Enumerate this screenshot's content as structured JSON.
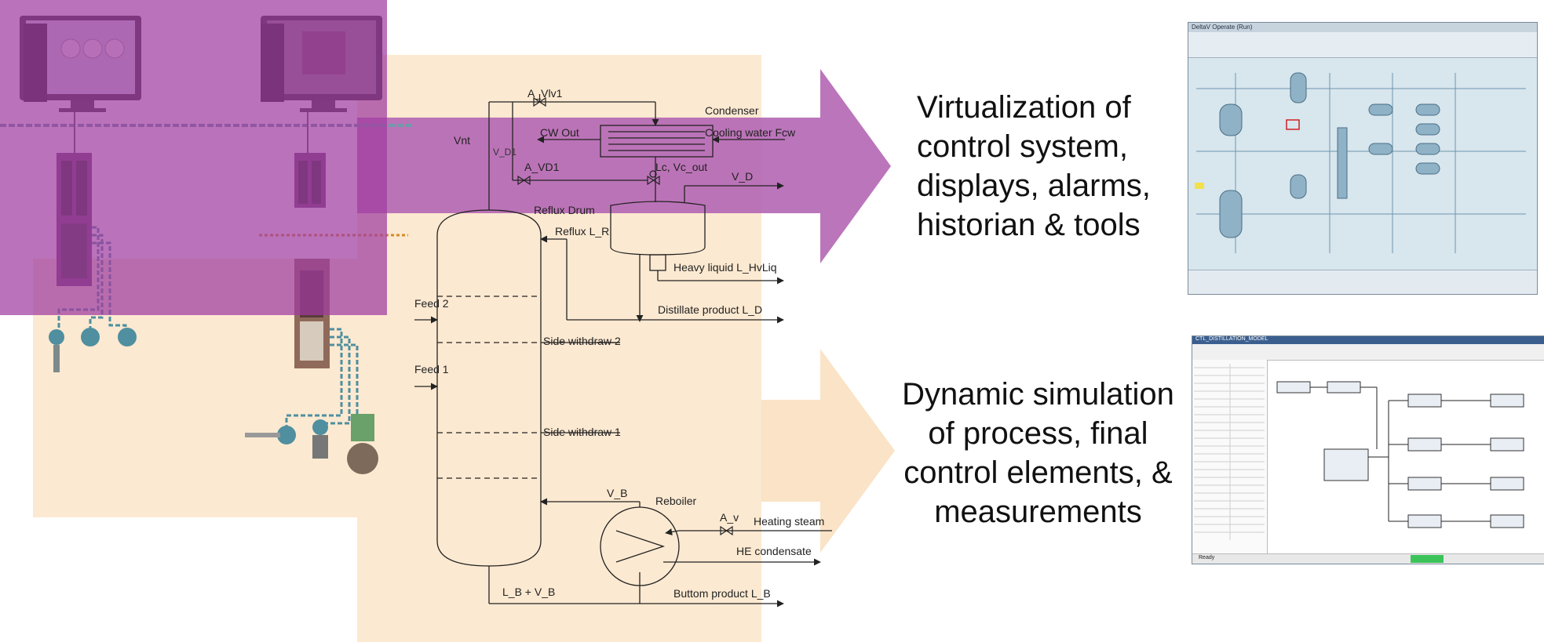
{
  "colors": {
    "purple_overlay": "#a03ca0",
    "peach_overlay": "#fadcb4",
    "line": "#222222"
  },
  "process": {
    "valve_top": "A_Vlv1",
    "condenser": "Condenser",
    "cw_out": "CW Out",
    "cooling_water": "Cooling water Fcw",
    "vnt": "Vnt",
    "v_d1": "V_D1",
    "valve_vd1": "A_VD1",
    "lc_vc_out": "Lc, Vc_out",
    "v_d": "V_D",
    "reflux_drum": "Reflux Drum",
    "reflux": "Reflux L_R",
    "heavy_liquid": "Heavy liquid L_HvLiq",
    "distillate": "Distillate product L_D",
    "feed2": "Feed 2",
    "feed1": "Feed 1",
    "side2": "Side withdraw 2",
    "side1": "Side withdraw 1",
    "v_b": "V_B",
    "reboiler": "Reboiler",
    "a_v": "A_v",
    "heating_steam": "Heating steam",
    "he_condensate": "HE condensate",
    "lb_vb": "L_B + V_B",
    "bottom_product": "Buttom product L_B"
  },
  "captions": {
    "virtualization": "Virtualization of control system, displays, alarms, historian & tools",
    "simulation": "Dynamic simulation of process, final control elements, & measurements"
  },
  "icons": {
    "workstations": "computer-monitor-icon",
    "controllers": "controller-rack-icon",
    "field_devices": "field-instrument-icon"
  },
  "hmi_screenshot": {
    "title": "DeltaV Operate (Run)"
  },
  "sim_screenshot": {
    "title": "CTL_DISTILLATION_MODEL",
    "status": "Ready"
  }
}
